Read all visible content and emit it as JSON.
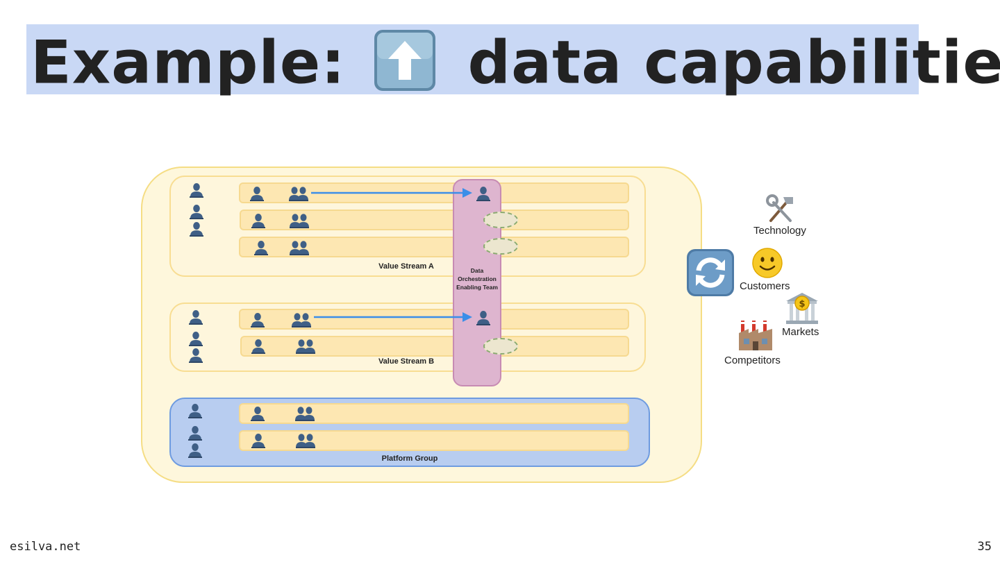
{
  "slide": {
    "title_prefix": "Example:",
    "title_suffix": "data capabilities",
    "title_icon": "up-arrow-icon",
    "footer_site": "esilva.net",
    "page_number": "35"
  },
  "diagram": {
    "value_stream_a": "Value Stream A",
    "value_stream_b": "Value Stream B",
    "platform_group": "Platform Group",
    "enabling_team": "Data Orchestration Enabling Team"
  },
  "external": {
    "technology": "Technology",
    "customers": "Customers",
    "markets": "Markets",
    "competitors": "Competitors",
    "icons": [
      "tools-icon",
      "smiley-icon",
      "bank-icon",
      "factory-icon",
      "refresh-icon"
    ]
  },
  "colors": {
    "title_band": "#c9d8f5",
    "outer_box": "#fef7dc",
    "lane": "#fde7b2",
    "platform": "#b8cdf0",
    "enabling_team": "#deb5cf",
    "arrow": "#3b8ee8"
  }
}
